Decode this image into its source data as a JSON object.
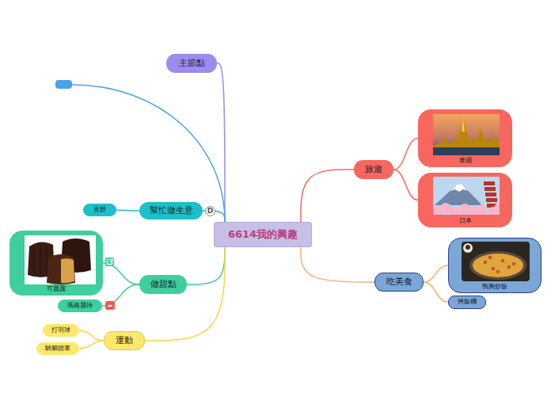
{
  "diagram": {
    "nodes": [
      {
        "text": [
          "6614我的興趣"
        ]
      },
      {
        "text": [
          "主節點"
        ]
      },
      {
        "text": [
          "幫忙做生意"
        ]
      },
      {
        "text": [
          "見野"
        ]
      },
      {
        "text": [
          "做甜點"
        ]
      },
      {
        "text": [
          "可麗露"
        ]
      },
      {
        "text": [
          "瑪格麗特"
        ]
      },
      {
        "text": [
          "運動"
        ]
      },
      {
        "text": [
          "打羽球"
        ]
      },
      {
        "text": [
          "騎腳踏車"
        ]
      },
      {
        "text": [
          "旅遊"
        ]
      },
      {
        "text": [
          "泰國"
        ]
      },
      {
        "text": [
          "日本"
        ]
      },
      {
        "text": [
          "吃美食"
        ]
      },
      {
        "text": [
          "鴨胸炒飯"
        ]
      },
      {
        "text": [
          "烤飯糰"
        ]
      }
    ],
    "edges": [
      {
        "from": 0,
        "to": 1,
        "arrow": "none"
      },
      {
        "from": 0,
        "to": 2,
        "arrow": "none"
      },
      {
        "from": 2,
        "to": 3,
        "arrow": "none"
      },
      {
        "from": 0,
        "to": 4,
        "arrow": "none"
      },
      {
        "from": 4,
        "to": 5,
        "arrow": "none"
      },
      {
        "from": 4,
        "to": 6,
        "arrow": "none"
      },
      {
        "from": 0,
        "to": 7,
        "arrow": "none"
      },
      {
        "from": 7,
        "to": 8,
        "arrow": "none"
      },
      {
        "from": 7,
        "to": 9,
        "arrow": "none"
      },
      {
        "from": 0,
        "to": 10,
        "arrow": "none"
      },
      {
        "from": 10,
        "to": 11,
        "arrow": "none"
      },
      {
        "from": 10,
        "to": 12,
        "arrow": "none"
      },
      {
        "from": 0,
        "to": 13,
        "arrow": "none"
      },
      {
        "from": 13,
        "to": 14,
        "arrow": "none"
      },
      {
        "from": 13,
        "to": 15,
        "arrow": "none"
      }
    ],
    "labels": [
      "D"
    ]
  }
}
